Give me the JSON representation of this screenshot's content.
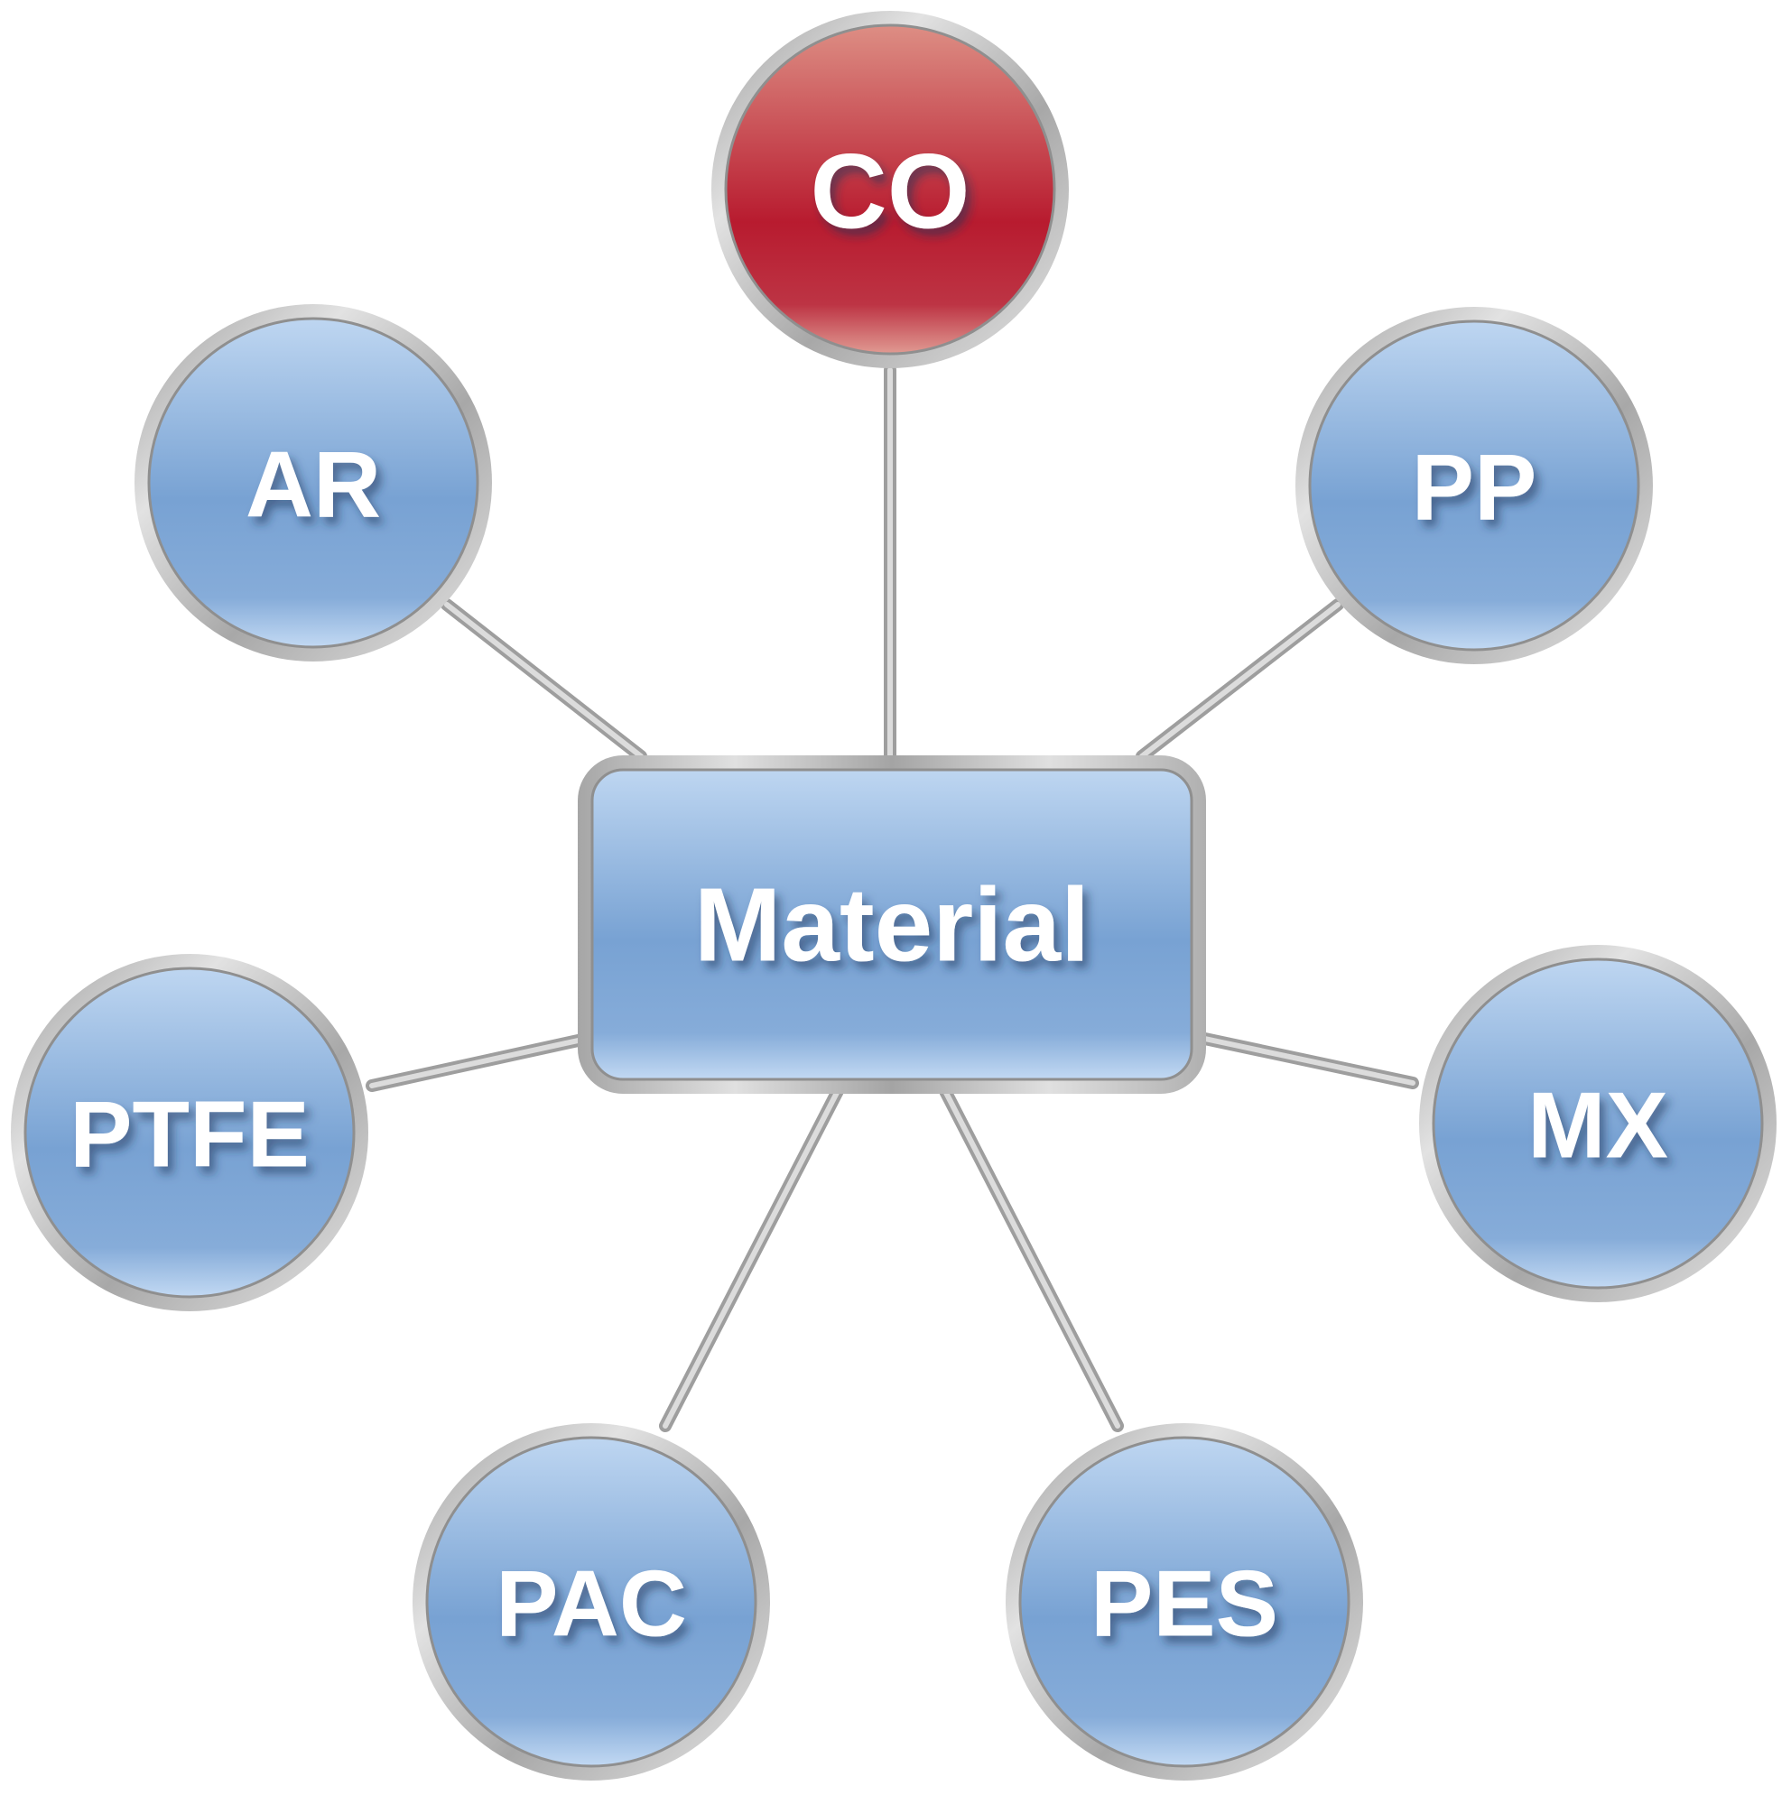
{
  "center": {
    "label": "Material"
  },
  "nodes": [
    {
      "id": "co",
      "label": "CO",
      "variant": "red"
    },
    {
      "id": "pp",
      "label": "PP",
      "variant": "blue"
    },
    {
      "id": "mx",
      "label": "MX",
      "variant": "blue"
    },
    {
      "id": "pes",
      "label": "PES",
      "variant": "blue"
    },
    {
      "id": "pac",
      "label": "PAC",
      "variant": "blue"
    },
    {
      "id": "ptfe",
      "label": "PTFE",
      "variant": "blue"
    },
    {
      "id": "ar",
      "label": "AR",
      "variant": "blue"
    }
  ],
  "colors": {
    "blue_top": "#bcd4f0",
    "blue_mid": "#7aa4d4",
    "red_top": "#dc8a80",
    "red_mid": "#b81c30",
    "ring_light": "#e6e6e6",
    "ring_dark": "#9a9a9a",
    "connector": "#b4b4b4"
  }
}
